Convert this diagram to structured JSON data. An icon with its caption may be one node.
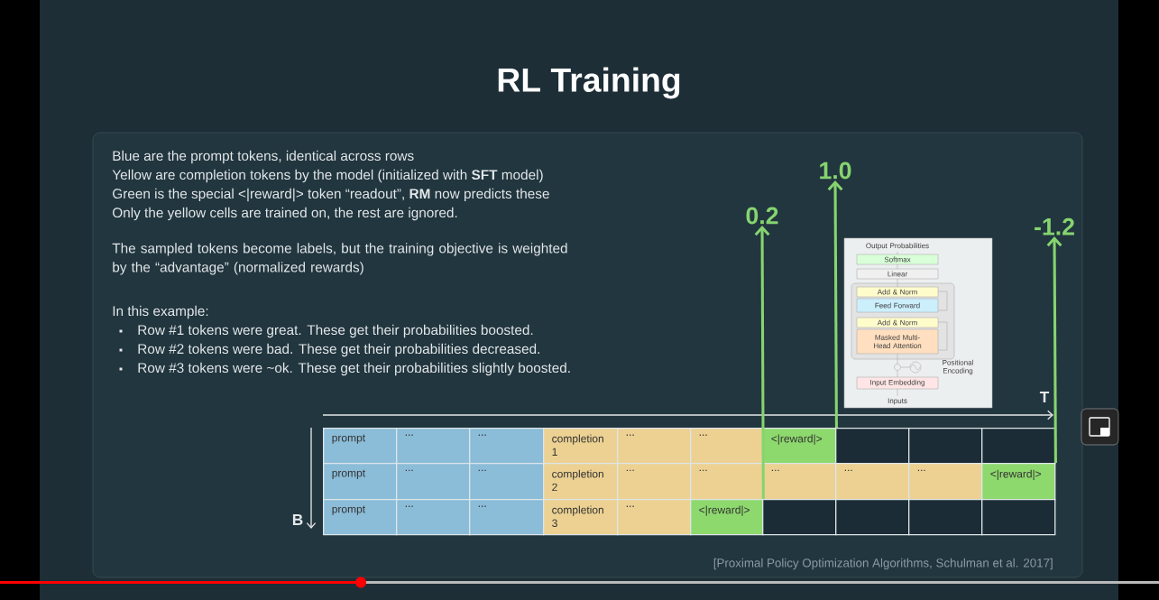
{
  "diagram": {
    "title": "RL Training",
    "caption": "[Proximal Policy Optimization Algorithms, Schulman et al. 2017]",
    "nodes": [
      {
        "text": [
          "0.2"
        ]
      },
      {
        "text": [
          "1.0"
        ]
      },
      {
        "text": [
          "-1.2"
        ]
      },
      {
        "text": [
          "prompt"
        ]
      },
      {
        "text": [
          "..."
        ]
      },
      {
        "text": [
          "..."
        ]
      },
      {
        "text": [
          "completion 1"
        ]
      },
      {
        "text": [
          "..."
        ]
      },
      {
        "text": [
          "..."
        ]
      },
      {
        "text": [
          "<|reward|>"
        ]
      },
      {
        "text": [],
        "shape": "box"
      },
      {
        "text": [],
        "shape": "box"
      },
      {
        "text": [],
        "shape": "box"
      },
      {
        "text": [
          "prompt"
        ]
      },
      {
        "text": [
          "..."
        ]
      },
      {
        "text": [
          "..."
        ]
      },
      {
        "text": [
          "completion 2"
        ]
      },
      {
        "text": [
          "..."
        ]
      },
      {
        "text": [
          "..."
        ]
      },
      {
        "text": [
          "..."
        ]
      },
      {
        "text": [
          "..."
        ]
      },
      {
        "text": [
          "..."
        ]
      },
      {
        "text": [
          "<|reward|>"
        ]
      },
      {
        "text": [
          "prompt"
        ]
      },
      {
        "text": [
          "..."
        ]
      },
      {
        "text": [
          "..."
        ]
      },
      {
        "text": [
          "completion 3"
        ]
      },
      {
        "text": [
          "..."
        ]
      },
      {
        "text": [
          "<|reward|>"
        ]
      },
      {
        "text": [],
        "shape": "box"
      },
      {
        "text": [],
        "shape": "box"
      },
      {
        "text": [],
        "shape": "box"
      },
      {
        "text": [],
        "shape": "box"
      }
    ],
    "edges": [
      {
        "from": 28,
        "to": 0,
        "arrow": "to"
      },
      {
        "from": 9,
        "to": 1,
        "arrow": "to"
      },
      {
        "from": 22,
        "to": 2,
        "arrow": "to"
      }
    ],
    "labels": [
      "Blue are the prompt tokens, identical across rows",
      "Yellow are completion tokens by the model (initialized with **SFT** model)",
      "Green is the special <|reward|> token “readout”, **RM** now predicts these",
      "Only the yellow cells are trained on, the rest are ignored.",
      "The sampled tokens become labels, but the training objective is weighted by the “advantage” (normalized rewards)",
      "In this example:",
      "Row #1 tokens were great. These get their probabilities boosted.",
      "Row #2 tokens were bad. These get their probabilities decreased.",
      "Row #3 tokens were ~ok. These get their probabilities slightly boosted.",
      "Output Probabilities",
      "Softmax",
      "Linear",
      "Add & Norm",
      "Feed Forward",
      "Add & Norm",
      "Masked Multi-Head Attention",
      "Positional Encoding",
      "Input Embedding",
      "Inputs",
      "T",
      "B"
    ]
  }
}
